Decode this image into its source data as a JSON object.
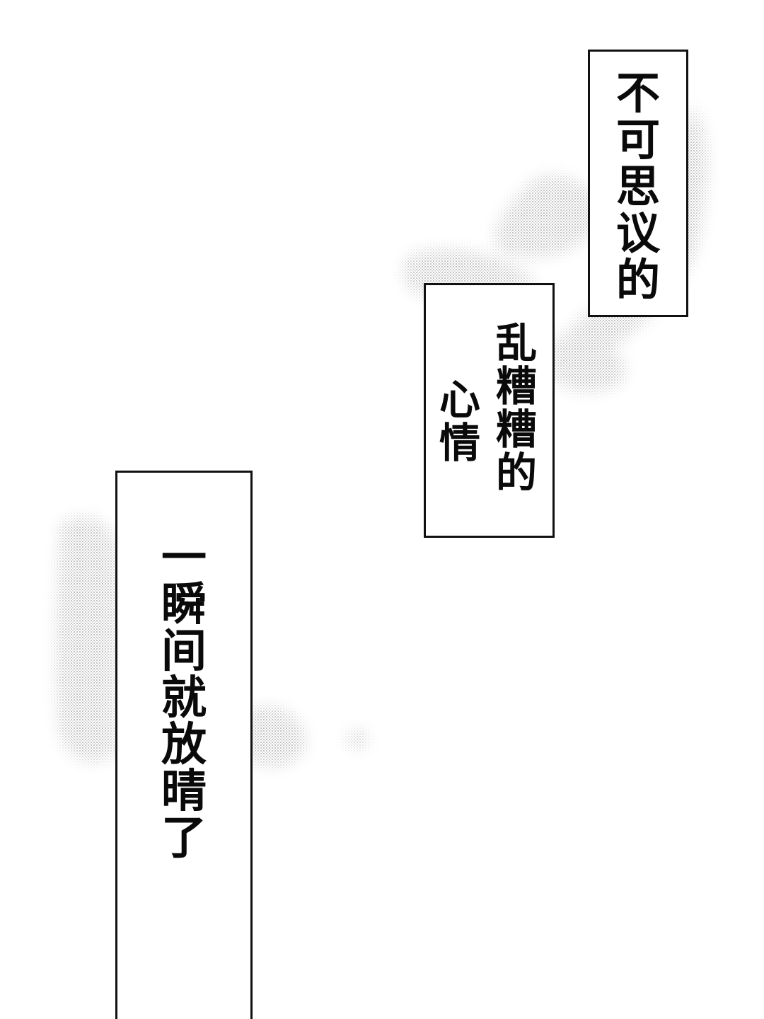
{
  "captions": [
    {
      "id": "caption-1",
      "lines": [
        "不可思议的"
      ]
    },
    {
      "id": "caption-2",
      "lines": [
        "乱糟糟的",
        "心情"
      ]
    },
    {
      "id": "caption-3",
      "lines": [
        "一瞬间就放晴了"
      ]
    }
  ],
  "colors": {
    "paper": "#ffffff",
    "ink": "#111111",
    "screentone": "#9a9a9a"
  }
}
